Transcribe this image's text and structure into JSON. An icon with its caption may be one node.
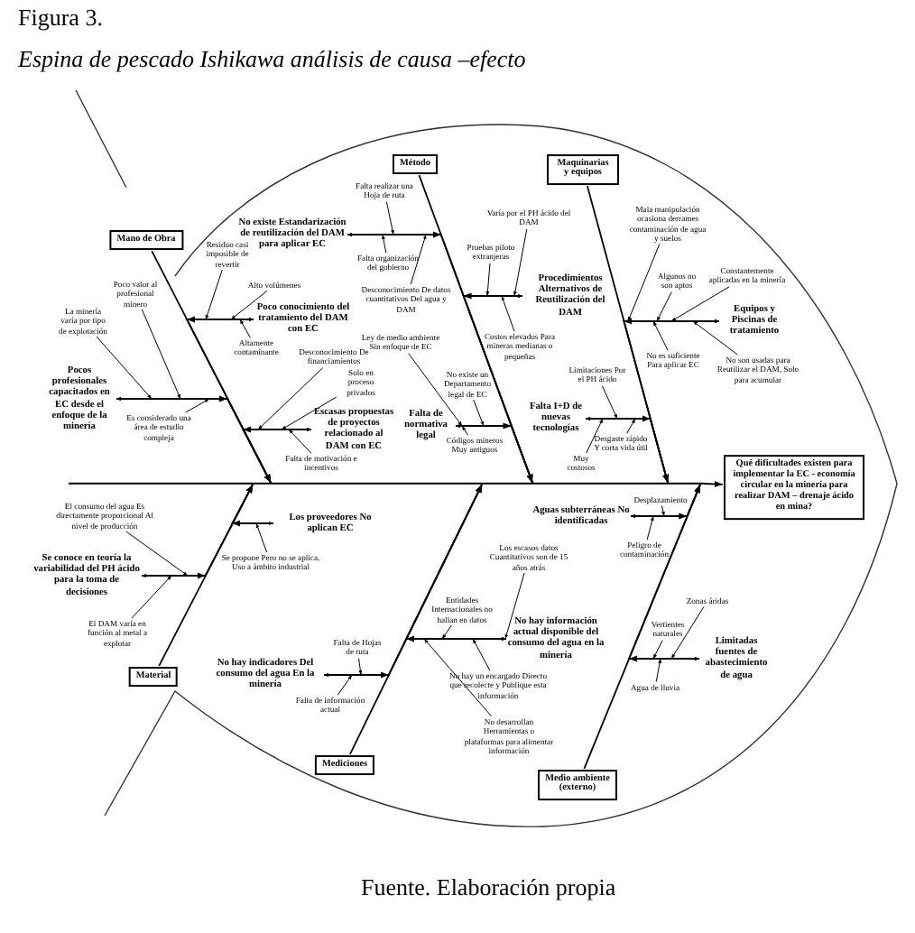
{
  "diagram": {
    "title": "Espina de pescado Ishikawa análisis de causa –efecto",
    "caption": "Fuente. Elaboración propia",
    "nodes": [
      {
        "text": [
          "Qué dificultades existen para implementar la EC - economía circular en la minería para realizar DAM – drenaje ácido en mina?"
        ]
      },
      {
        "text": [
          "Mano de Obra"
        ]
      },
      {
        "text": [
          "Método"
        ]
      },
      {
        "text": [
          "Maquinarias y equipos"
        ]
      },
      {
        "text": [
          "Material"
        ]
      },
      {
        "text": [
          "Mediciones"
        ]
      },
      {
        "text": [
          "Medio ambiente (externo)"
        ]
      },
      {
        "text": [
          "Pocos profesionales capacitados en EC desde el enfoque de la minería"
        ]
      },
      {
        "text": [
          "La minería varía por tipo de explotación"
        ]
      },
      {
        "text": [
          "Poco valor al profesional minero"
        ]
      },
      {
        "text": [
          "Es considerado una área de estudio compleja"
        ]
      },
      {
        "text": [
          "Poco conocimiento del tratamiento del DAM con EC"
        ]
      },
      {
        "text": [
          "Residuo casi imposible de revertir"
        ]
      },
      {
        "text": [
          "Alto volúmenes"
        ]
      },
      {
        "text": [
          "Altamente contaminante"
        ]
      },
      {
        "text": [
          "Escasas propuestas de proyectos relacionado al DAM con EC"
        ]
      },
      {
        "text": [
          "Desconocimiento De financiamientos"
        ]
      },
      {
        "text": [
          "Solo en proceso privados"
        ]
      },
      {
        "text": [
          "Falta de motivación e incentivos"
        ]
      },
      {
        "text": [
          "No existe Estandarización de reutilización del DAM para aplicar EC"
        ]
      },
      {
        "text": [
          "Falta realizar una Hoja de ruta"
        ]
      },
      {
        "text": [
          "Falta organización del gobierno"
        ]
      },
      {
        "text": [
          "Desconocimiento De datos cuantitativos Del agua y DAM"
        ]
      },
      {
        "text": [
          "Falta de normativa legal"
        ]
      },
      {
        "text": [
          "Ley de medio ambiente Sin enfoque de EC"
        ]
      },
      {
        "text": [
          "No existe un Departamento legal de EC"
        ]
      },
      {
        "text": [
          "Códigos mineros Muy antiguos"
        ]
      },
      {
        "text": [
          "Procedimientos Alternativos de Reutilización del DAM"
        ]
      },
      {
        "text": [
          "Varía por el PH ácido del DAM"
        ]
      },
      {
        "text": [
          "Pruebas piloto extranjeras"
        ]
      },
      {
        "text": [
          "Costos elevados Para mineras medianas o pequeñas"
        ]
      },
      {
        "text": [
          "Falta I+D de nuevas tecnologías"
        ]
      },
      {
        "text": [
          "Limitaciones Por el PH ácido"
        ]
      },
      {
        "text": [
          "Desgaste rápido Y corta vida útil"
        ]
      },
      {
        "text": [
          "Muy costosos"
        ]
      },
      {
        "text": [
          "Equipos y Piscinas de tratamiento"
        ]
      },
      {
        "text": [
          "Mala manipulación ocasiona derrames contaminación de agua y suelos"
        ]
      },
      {
        "text": [
          "Algunos no son aptos"
        ]
      },
      {
        "text": [
          "Constantemente aplicadas en la minería"
        ]
      },
      {
        "text": [
          "No es suficiente Para aplicar EC"
        ]
      },
      {
        "text": [
          "No son usadas para Reutilizar el DAM, Solo para acumular"
        ]
      },
      {
        "text": [
          "Se conoce en teoría la variabilidad del PH ácido para la toma de decisiones"
        ]
      },
      {
        "text": [
          "El consumo del agua Es directamente proporcional Al nivel de producción"
        ]
      },
      {
        "text": [
          "El DAM varía en función al metal a explotar"
        ]
      },
      {
        "text": [
          "Los proveedores No aplican EC"
        ]
      },
      {
        "text": [
          "Se propone Pero no se aplica. Uso a ámbito industrial"
        ]
      },
      {
        "text": [
          "No hay indicadores Del consumo del agua En la minería"
        ]
      },
      {
        "text": [
          "Falta de Hojas de ruta"
        ]
      },
      {
        "text": [
          "Falta de información actual"
        ]
      },
      {
        "text": [
          "No hay información actual disponible del consumo del agua en la minería"
        ]
      },
      {
        "text": [
          "Entidades Internacionales no hallan en datos"
        ]
      },
      {
        "text": [
          "Los escasos datos Cuantitativos son de 15 años atrás"
        ]
      },
      {
        "text": [
          "No hay un encargado Directo que recolecte y Publique esta información"
        ]
      },
      {
        "text": [
          "No desarrollan Herramientas o plataformas para alimentar información"
        ]
      },
      {
        "text": [
          "Aguas subterráneas No identificadas"
        ]
      },
      {
        "text": [
          "Desplazamiento"
        ]
      },
      {
        "text": [
          "Peligro de contaminación"
        ]
      },
      {
        "text": [
          "Limitadas fuentes de abastecimiento de agua"
        ]
      },
      {
        "text": [
          "Zonas áridas"
        ]
      },
      {
        "text": [
          "Vertientes naturales"
        ]
      },
      {
        "text": [
          "Agua de lluvia"
        ]
      },
      {
        "text": [],
        "shape": "bar"
      }
    ],
    "edges": [
      {
        "from": 1,
        "to": 61,
        "arrow": "to"
      },
      {
        "from": 2,
        "to": 61,
        "arrow": "to"
      },
      {
        "from": 3,
        "to": 61,
        "arrow": "to"
      },
      {
        "from": 4,
        "to": 61,
        "arrow": "to"
      },
      {
        "from": 5,
        "to": 61,
        "arrow": "to"
      },
      {
        "from": 6,
        "to": 61,
        "arrow": "to"
      },
      {
        "from": 7,
        "to": 61,
        "arrow": "to"
      },
      {
        "from": 8,
        "to": 7,
        "arrow": "to"
      },
      {
        "from": 9,
        "to": 7,
        "arrow": "to"
      },
      {
        "from": 10,
        "to": 7,
        "arrow": "to"
      },
      {
        "from": 11,
        "to": 61,
        "arrow": "to"
      },
      {
        "from": 12,
        "to": 11,
        "arrow": "to"
      },
      {
        "from": 13,
        "to": 11,
        "arrow": "to"
      },
      {
        "from": 14,
        "to": 11,
        "arrow": "to"
      },
      {
        "from": 15,
        "to": 61,
        "arrow": "to"
      },
      {
        "from": 16,
        "to": 15,
        "arrow": "to"
      },
      {
        "from": 17,
        "to": 15,
        "arrow": "to"
      },
      {
        "from": 18,
        "to": 15,
        "arrow": "to"
      },
      {
        "from": 19,
        "to": 61,
        "arrow": "to"
      },
      {
        "from": 20,
        "to": 19,
        "arrow": "to"
      },
      {
        "from": 21,
        "to": 19,
        "arrow": "to"
      },
      {
        "from": 22,
        "to": 19,
        "arrow": "to"
      },
      {
        "from": 23,
        "to": 61,
        "arrow": "to"
      },
      {
        "from": 24,
        "to": 23,
        "arrow": "to"
      },
      {
        "from": 25,
        "to": 23,
        "arrow": "to"
      },
      {
        "from": 26,
        "to": 23,
        "arrow": "to"
      },
      {
        "from": 27,
        "to": 61,
        "arrow": "to"
      },
      {
        "from": 28,
        "to": 27,
        "arrow": "to"
      },
      {
        "from": 29,
        "to": 27,
        "arrow": "to"
      },
      {
        "from": 30,
        "to": 27,
        "arrow": "to"
      },
      {
        "from": 31,
        "to": 61,
        "arrow": "to"
      },
      {
        "from": 32,
        "to": 31,
        "arrow": "to"
      },
      {
        "from": 33,
        "to": 31,
        "arrow": "to"
      },
      {
        "from": 34,
        "to": 31,
        "arrow": "to"
      },
      {
        "from": 35,
        "to": 61,
        "arrow": "to"
      },
      {
        "from": 36,
        "to": 35,
        "arrow": "to"
      },
      {
        "from": 37,
        "to": 35,
        "arrow": "to"
      },
      {
        "from": 38,
        "to": 35,
        "arrow": "to"
      },
      {
        "from": 39,
        "to": 35,
        "arrow": "to"
      },
      {
        "from": 40,
        "to": 35,
        "arrow": "to"
      },
      {
        "from": 41,
        "to": 61,
        "arrow": "to"
      },
      {
        "from": 42,
        "to": 41,
        "arrow": "to"
      },
      {
        "from": 43,
        "to": 41,
        "arrow": "to"
      },
      {
        "from": 44,
        "to": 61,
        "arrow": "to"
      },
      {
        "from": 45,
        "to": 44,
        "arrow": "to"
      },
      {
        "from": 46,
        "to": 61,
        "arrow": "to"
      },
      {
        "from": 47,
        "to": 46,
        "arrow": "to"
      },
      {
        "from": 48,
        "to": 46,
        "arrow": "to"
      },
      {
        "from": 49,
        "to": 61,
        "arrow": "to"
      },
      {
        "from": 50,
        "to": 49,
        "arrow": "to"
      },
      {
        "from": 51,
        "to": 49,
        "arrow": "to"
      },
      {
        "from": 52,
        "to": 49,
        "arrow": "to"
      },
      {
        "from": 53,
        "to": 49,
        "arrow": "to"
      },
      {
        "from": 54,
        "to": 61,
        "arrow": "to"
      },
      {
        "from": 55,
        "to": 54,
        "arrow": "to"
      },
      {
        "from": 56,
        "to": 54,
        "arrow": "to"
      },
      {
        "from": 57,
        "to": 61,
        "arrow": "to"
      },
      {
        "from": 58,
        "to": 57,
        "arrow": "to"
      },
      {
        "from": 59,
        "to": 57,
        "arrow": "to"
      },
      {
        "from": 60,
        "to": 57,
        "arrow": "to"
      },
      {
        "from": 61,
        "to": 0,
        "arrow": "to"
      }
    ],
    "labels": [
      "Figura 3."
    ]
  }
}
